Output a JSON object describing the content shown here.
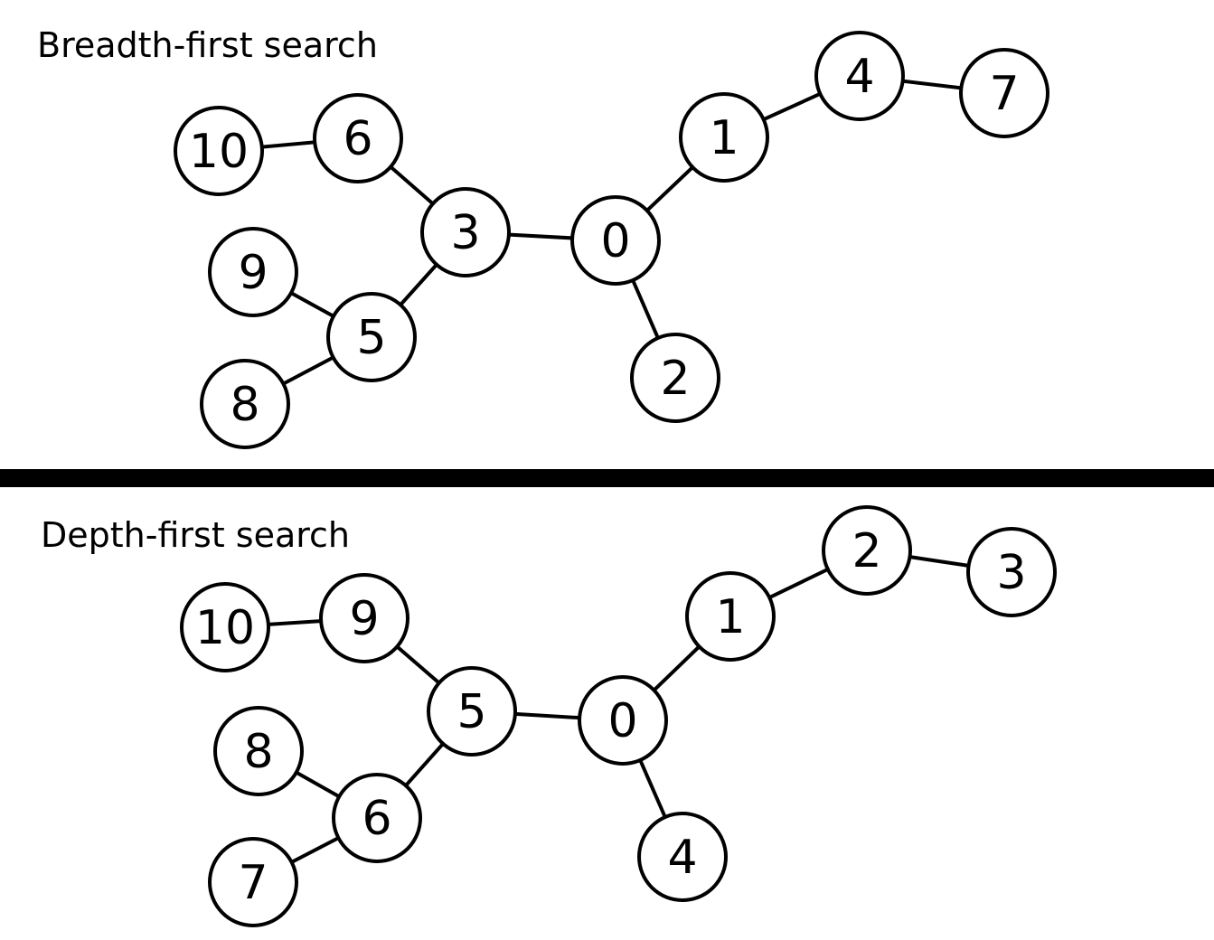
{
  "panels": [
    {
      "id": "bfs",
      "title": "Breadth-first search",
      "nodes": [
        "0",
        "1",
        "2",
        "3",
        "4",
        "5",
        "6",
        "7",
        "8",
        "9",
        "10"
      ],
      "edges": [
        [
          "3",
          "0"
        ],
        [
          "0",
          "1"
        ],
        [
          "0",
          "2"
        ],
        [
          "1",
          "4"
        ],
        [
          "4",
          "7"
        ],
        [
          "3",
          "6"
        ],
        [
          "6",
          "10"
        ],
        [
          "3",
          "5"
        ],
        [
          "5",
          "9"
        ],
        [
          "5",
          "8"
        ]
      ]
    },
    {
      "id": "dfs",
      "title": "Depth-first search",
      "nodes": [
        "0",
        "1",
        "2",
        "3",
        "4",
        "5",
        "6",
        "7",
        "8",
        "9",
        "10"
      ],
      "edges": [
        [
          "5",
          "0"
        ],
        [
          "0",
          "1"
        ],
        [
          "0",
          "4"
        ],
        [
          "1",
          "2"
        ],
        [
          "2",
          "3"
        ],
        [
          "5",
          "9"
        ],
        [
          "9",
          "10"
        ],
        [
          "5",
          "6"
        ],
        [
          "6",
          "8"
        ],
        [
          "6",
          "7"
        ]
      ]
    }
  ]
}
